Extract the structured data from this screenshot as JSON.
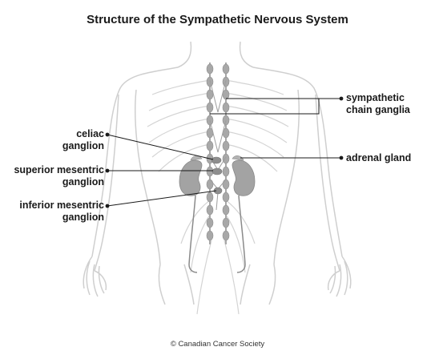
{
  "title": "Structure of the Sympathetic Nervous System",
  "labels": {
    "sympathetic_chain_ganglia_line1": "sympathetic",
    "sympathetic_chain_ganglia_line2": "chain ganglia",
    "adrenal_gland": "adrenal gland",
    "celiac_ganglion_line1": "celiac",
    "celiac_ganglion_line2": "ganglion",
    "superior_mesentric_ganglion_line1": "superior mesentric",
    "superior_mesentric_ganglion_line2": "ganglion",
    "inferior_mesentric_ganglion_line1": "inferior mesentric",
    "inferior_mesentric_ganglion_line2": "ganglion"
  },
  "credit": "© Canadian Cancer Society",
  "colors": {
    "outline": "#cfcfcf",
    "nerve": "#b5b5b5",
    "ganglion": "#a8a8a8",
    "kidney": "#a3a3a3",
    "leader": "#1a1a1a"
  }
}
